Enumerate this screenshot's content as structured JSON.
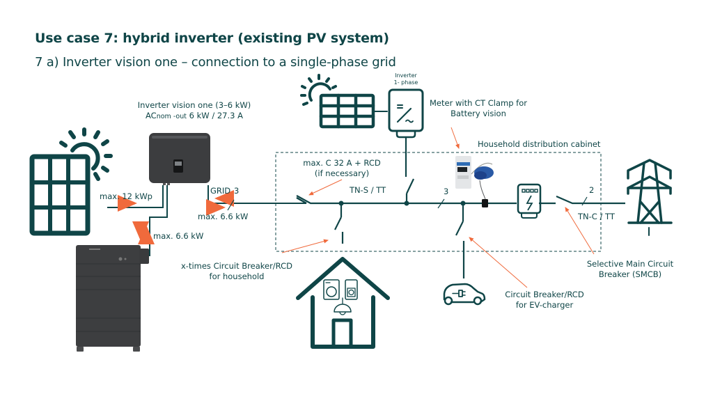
{
  "header": {
    "title": "Use case 7: hybrid inverter (existing PV system)",
    "subtitle": "7 a) Inverter vision one – connection to a single-phase grid"
  },
  "colors": {
    "primary": "#0f4547",
    "accent_arrow": "#f06a3c",
    "device_gray": "#3a3b3d",
    "cabinet_border": "#0f4547"
  },
  "components": {
    "inverter_vision_one": {
      "label_line1": "Inverter vision one (3–6 kW)",
      "label_ac_prefix": "AC",
      "label_ac_sub": "nom -out",
      "label_ac_value": " 6 kW / 27.3 A"
    },
    "existing_inverter": {
      "label_line1": "Inverter",
      "label_line2": "1- phase"
    },
    "meter": {
      "label_line1": "Meter with CT Clamp for",
      "label_line2": "Battery vision"
    },
    "cabinet": {
      "label": "Household distribution cabinet"
    },
    "breaker_c32": {
      "label_line1": "max. C 32 A + RCD",
      "label_line2": "(if necessary)"
    },
    "household_breaker": {
      "label_line1": "x-times Circuit Breaker/RCD",
      "label_line2": "for household"
    },
    "ev_breaker": {
      "label_line1": "Circuit Breaker/RCD",
      "label_line2": "for EV-charger"
    },
    "smcb": {
      "label_line1": "Selective Main Circuit",
      "label_line2": "Breaker (SMCB)"
    }
  },
  "annotations": {
    "pv_power": "max. 12 kWp",
    "battery_power": "max. 6.6 kW",
    "grid_power": "max. 6.6 kW",
    "grid_label": "GRID",
    "grid_wires": "3",
    "bus_wires": "3",
    "main_wires": "2",
    "network_type_inner": "TN-S / TT",
    "network_type_outer": "TN-C / TT"
  }
}
